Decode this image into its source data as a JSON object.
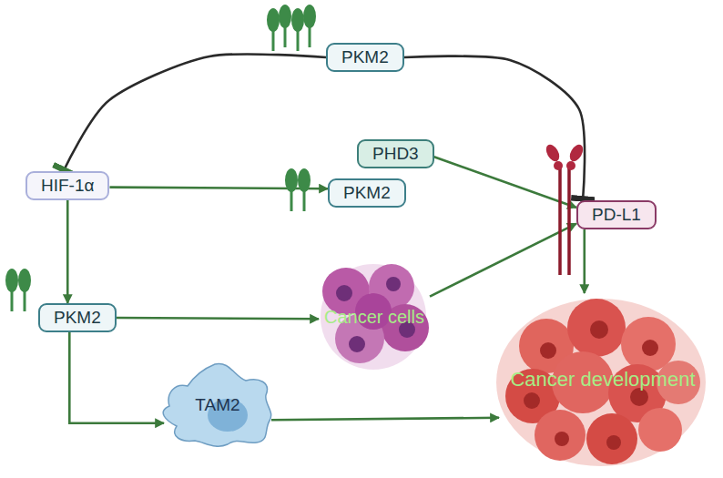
{
  "diagram": {
    "nodes": [
      {
        "text": [
          "PKM2"
        ]
      },
      {
        "text": [
          "HIF-1α"
        ]
      },
      {
        "text": [
          "PHD3"
        ]
      },
      {
        "text": [
          "PKM2"
        ]
      },
      {
        "text": [
          "PD-L1"
        ]
      },
      {
        "text": [
          "PKM2"
        ]
      },
      {
        "text": [
          "Cancer cells"
        ]
      },
      {
        "text": [
          "TAM2"
        ]
      },
      {
        "text": [
          "Cancer development"
        ]
      }
    ],
    "edges": [
      {
        "from": 0,
        "to": 1,
        "arrow": "to"
      },
      {
        "from": 0,
        "to": 4,
        "arrow": "to"
      },
      {
        "from": 1,
        "to": 3,
        "arrow": "to"
      },
      {
        "from": 2,
        "to": 4,
        "arrow": "to"
      },
      {
        "from": 1,
        "to": 5,
        "arrow": "to"
      },
      {
        "from": 5,
        "to": 6,
        "arrow": "to"
      },
      {
        "from": 6,
        "to": 4,
        "arrow": "to"
      },
      {
        "from": 5,
        "to": 7,
        "arrow": "to"
      },
      {
        "from": 7,
        "to": 8,
        "arrow": "to"
      },
      {
        "from": 4,
        "to": 8,
        "arrow": "to"
      }
    ]
  }
}
